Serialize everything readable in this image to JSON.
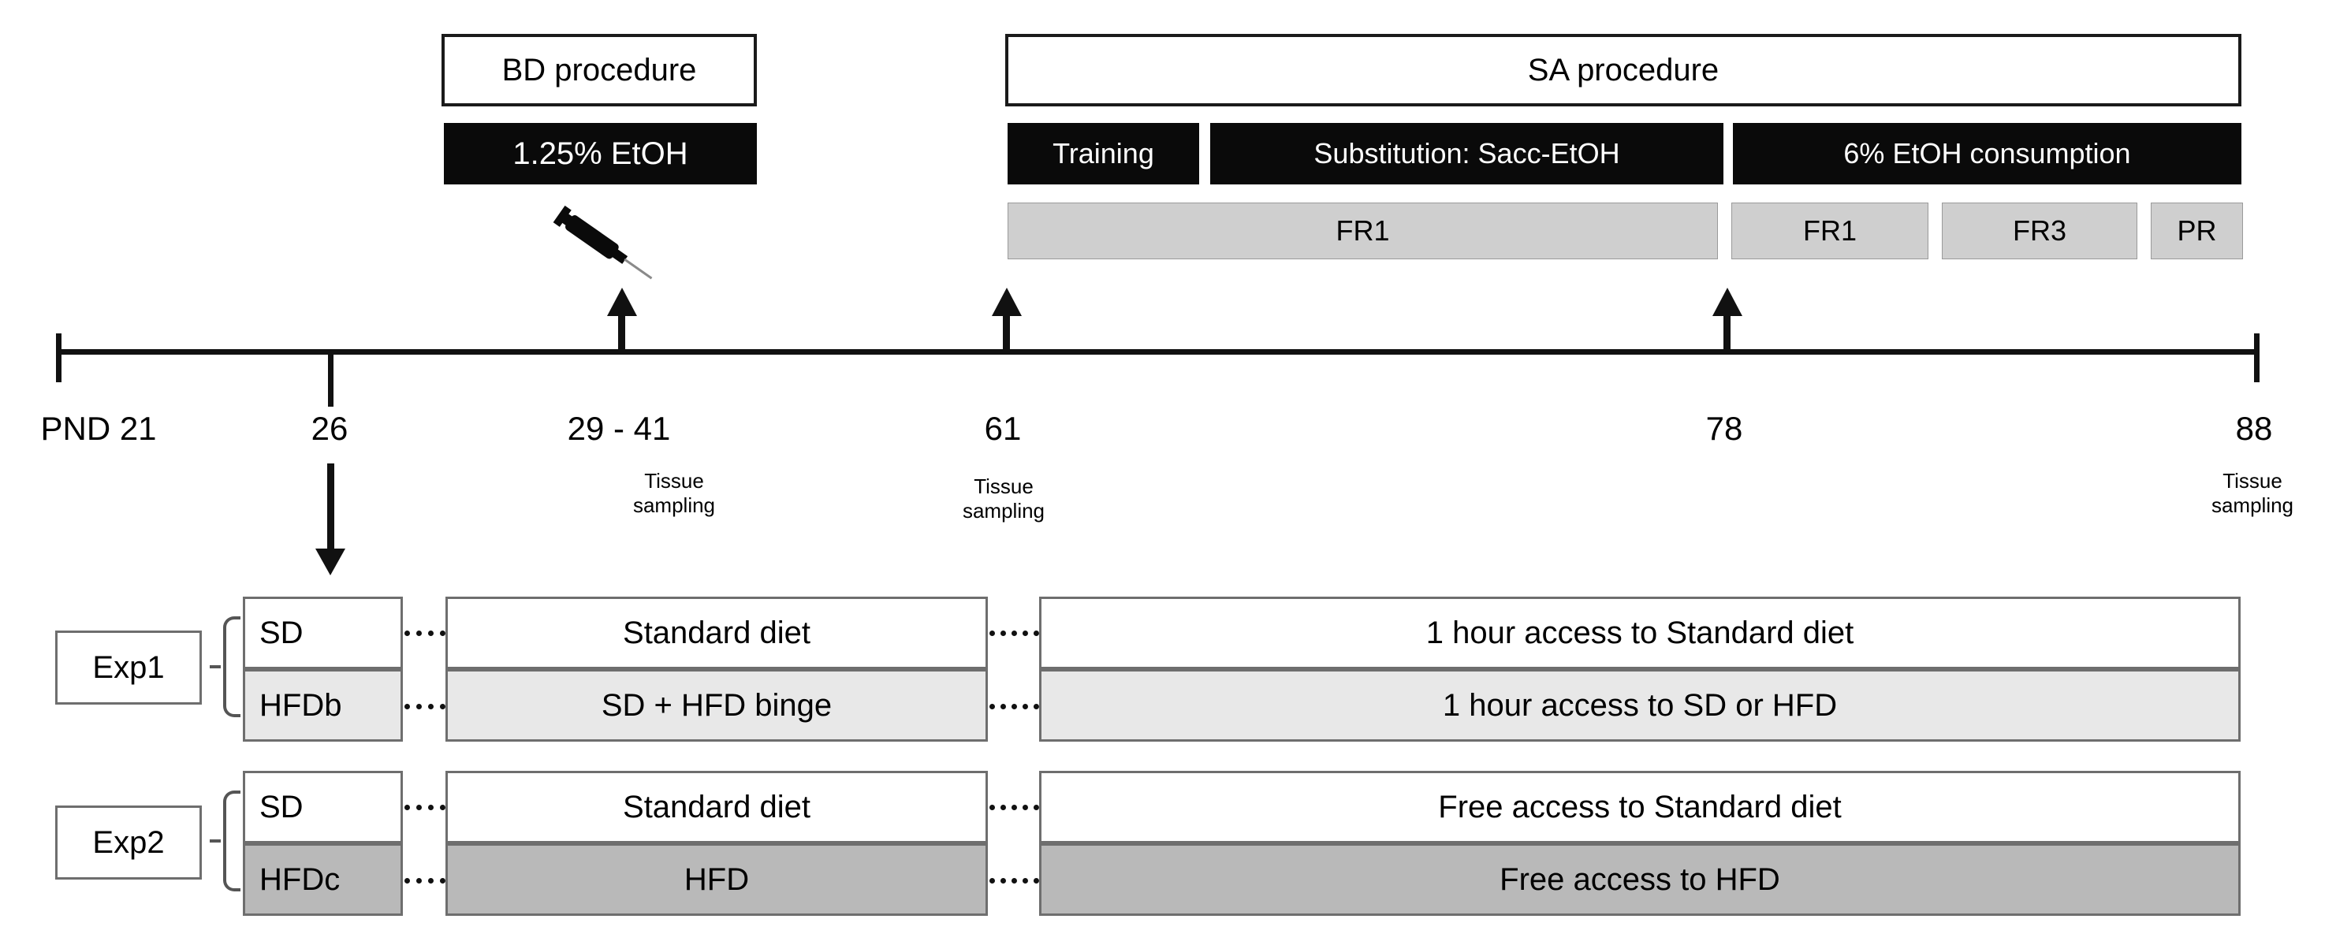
{
  "figure": {
    "type": "experimental-timeline-diagram",
    "colors": {
      "black_block": "#0a0a0a",
      "gray_block": "#cfcfcf",
      "light_diet": "#e8e8e8",
      "mid_diet": "#b9b9b9",
      "outline": "#6e6e6e",
      "axis": "#111111"
    }
  },
  "procedures": {
    "bd": {
      "title": "BD procedure",
      "treatment": "1.25% EtOH",
      "icon": "syringe-icon"
    },
    "sa": {
      "title": "SA procedure",
      "phases": [
        {
          "label": "Training"
        },
        {
          "label": "Substitution: Sacc-EtOH"
        },
        {
          "label": "6% EtOH consumption"
        }
      ],
      "schedules": [
        {
          "label": "FR1"
        },
        {
          "label": "FR1"
        },
        {
          "label": "FR3"
        },
        {
          "label": "PR"
        }
      ]
    }
  },
  "timeline": {
    "ticks": [
      {
        "label": "PND 21",
        "tissue": ""
      },
      {
        "label": "26",
        "tissue": ""
      },
      {
        "label": "29 - 41",
        "tissue": "Tissue\nsampling"
      },
      {
        "label": "61",
        "tissue": "Tissue\nsampling"
      },
      {
        "label": "78",
        "tissue": ""
      },
      {
        "label": "88",
        "tissue": "Tissue\nsampling"
      }
    ],
    "tissue_line1": "Tissue",
    "tissue_line2": "sampling"
  },
  "experiments": [
    {
      "name": "Exp1",
      "groups": [
        {
          "code": "SD",
          "diet": "Standard diet",
          "access": "1 hour access to Standard diet"
        },
        {
          "code": "HFDb",
          "diet": "SD + HFD binge",
          "access": "1 hour access to SD or HFD"
        }
      ]
    },
    {
      "name": "Exp2",
      "groups": [
        {
          "code": "SD",
          "diet": "Standard diet",
          "access": "Free access to Standard diet"
        },
        {
          "code": "HFDc",
          "diet": "HFD",
          "access": "Free access to HFD"
        }
      ]
    }
  ]
}
